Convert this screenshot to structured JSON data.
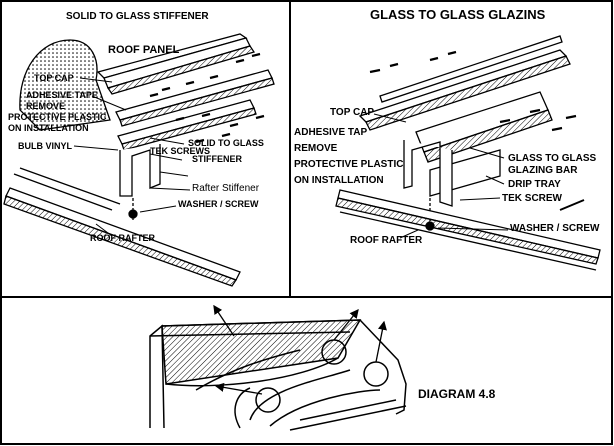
{
  "panels": {
    "left": {
      "title": "SOLID TO GLASS STIFFENER",
      "labels": {
        "roof_panel": "ROOF PANEL",
        "top_cap": "TOP CAP",
        "adhesive_tape": "ADHESIVE TAPE",
        "remove": "REMOVE",
        "protective_plastic": "PROTECTIVE PLASTIC",
        "on_installation": "ON INSTALLATION",
        "bulb_vinyl": "BULB VINYL",
        "tek_screws": "TEK SCREWS",
        "solid_to_glass": "SOLID TO GLASS",
        "stiffener": "STIFFENER",
        "rafter_stiffener": "Rafter Stiffener",
        "washer_screw": "WASHER / SCREW",
        "roof_rafter": "ROOF RAFTER"
      }
    },
    "right": {
      "title": "GLASS TO GLASS GLAZINS",
      "labels": {
        "top_cap": "TOP CAP",
        "adhesive_tap": "ADHESIVE TAP",
        "remove": "REMOVE",
        "protective_plastic": "PROTECTIVE PLASTIC",
        "on_installation": "ON INSTALLATION",
        "glass_to_glass": "GLASS TO GLASS",
        "glazing_bar": "GLAZING BAR",
        "drip_tray": "DRIP TRAY",
        "tek_screw": "TEK SCREW",
        "washer_screw": "WASHER / SCREW",
        "roof_rafter": "ROOF RAFTER"
      }
    },
    "bottom": {
      "caption": "DIAGRAM 4.8"
    }
  },
  "colors": {
    "ink": "#000000",
    "paper": "#ffffff"
  }
}
